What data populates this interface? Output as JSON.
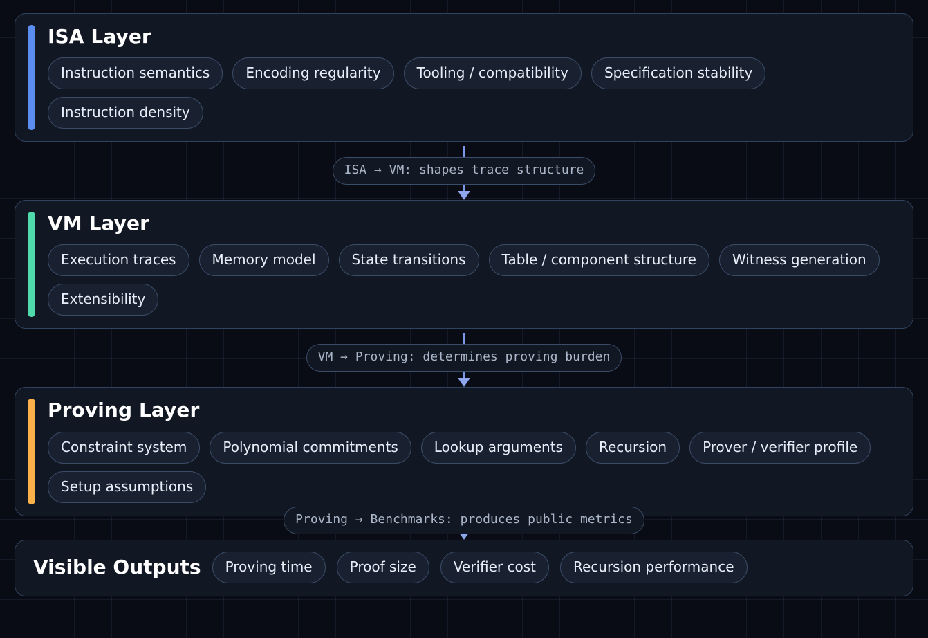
{
  "theme": {
    "page_background": "#090c14",
    "card_background": "#121823",
    "card_border": "#30435f",
    "chip_background": "#192130",
    "chip_border": "#3a4c67",
    "chip_text": "#e8eef8",
    "title_text": "#ffffff",
    "edge_label_text": "#aab6c8",
    "connector_color": "#8fa6ee"
  },
  "layers": [
    {
      "title": "ISA Layer",
      "accent_color": "#5b8dee",
      "chips": [
        "Instruction semantics",
        "Encoding regularity",
        "Tooling / compatibility",
        "Specification stability",
        "Instruction density"
      ]
    },
    {
      "title": "VM Layer",
      "accent_color": "#50d9aa",
      "chips": [
        "Execution traces",
        "Memory model",
        "State transitions",
        "Table / component structure",
        "Witness generation",
        "Extensibility"
      ]
    },
    {
      "title": "Proving Layer",
      "accent_color": "#fbb04a",
      "chips": [
        "Constraint system",
        "Polynomial commitments",
        "Lookup arguments",
        "Recursion",
        "Prover / verifier profile",
        "Setup assumptions"
      ]
    }
  ],
  "edges": [
    {
      "label": "ISA → VM: shapes trace structure"
    },
    {
      "label": "VM → Proving: determines proving burden"
    },
    {
      "label": "Proving → Benchmarks: produces public metrics"
    }
  ],
  "outputs": {
    "title": "Visible Outputs",
    "chips": [
      "Proving time",
      "Proof size",
      "Verifier cost",
      "Recursion performance"
    ]
  }
}
